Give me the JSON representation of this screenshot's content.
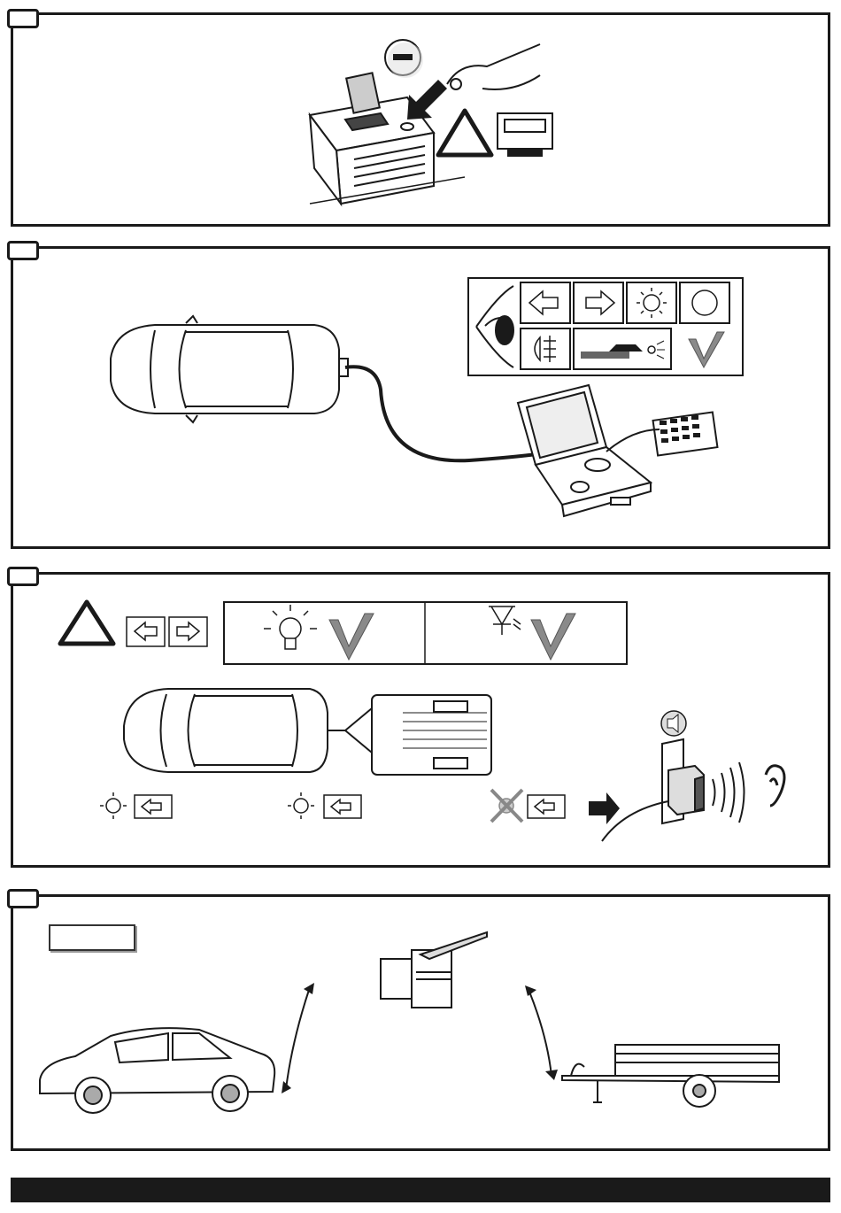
{
  "steps": [
    {
      "label": "",
      "title": "disconnect-battery-negative"
    },
    {
      "label": "",
      "title": "test-with-tester"
    },
    {
      "label": "",
      "title": "check-lights-and-buzzer"
    },
    {
      "label": "",
      "title": "vehicle-to-trailer-connection"
    }
  ],
  "step4": {
    "code_label": ""
  },
  "footer": {
    "text": ""
  },
  "colors": {
    "line": "#1a1a1a",
    "check_grey": "#8a8a8a",
    "panel_border": "#1a1a1a"
  }
}
